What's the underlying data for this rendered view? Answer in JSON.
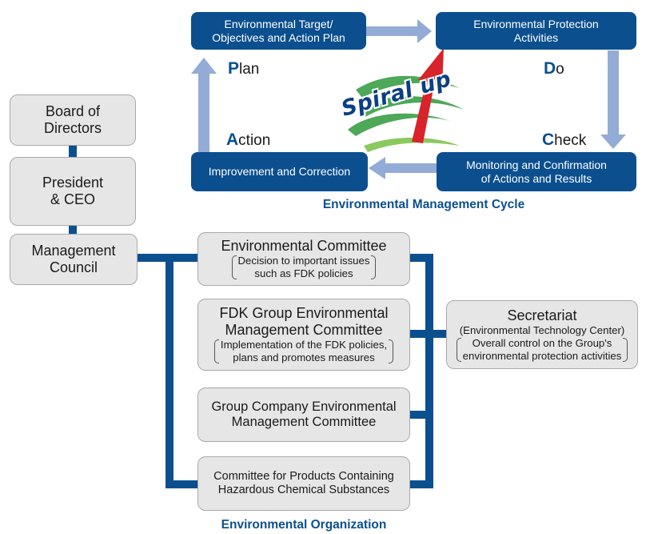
{
  "cycle": {
    "title": "Environmental Management Cycle",
    "plan_box": [
      "Environmental Target/",
      "Objectives and Action Plan"
    ],
    "do_box": [
      "Environmental Protection",
      "Activities"
    ],
    "check_box": [
      "Monitoring and Confirmation",
      "of Actions and Results"
    ],
    "action_box": "Improvement and Correction",
    "phases": {
      "plan": {
        "initial": "P",
        "rest": "lan"
      },
      "do": {
        "initial": "D",
        "rest": "o"
      },
      "check": {
        "initial": "C",
        "rest": "heck"
      },
      "action": {
        "initial": "A",
        "rest": "ction"
      }
    },
    "spiral_label": "Spiral up"
  },
  "hierarchy": {
    "board": [
      "Board of",
      "Directors"
    ],
    "president": [
      "President",
      "& CEO"
    ],
    "council": [
      "Management",
      "Council"
    ]
  },
  "organization": {
    "title": "Environmental Organization",
    "env_committee": {
      "title": "Environmental Committee",
      "note": [
        "Decision to important issues",
        "such as FDK policies"
      ]
    },
    "group_committee": {
      "title": [
        "FDK Group Environmental",
        "Management Committee"
      ],
      "note": [
        "Implementation of the FDK policies,",
        "plans and promotes measures"
      ]
    },
    "company_committee": [
      "Group Company Environmental",
      "Management Committee"
    ],
    "products_committee": [
      "Committee for Products Containing",
      "Hazardous Chemical Substances"
    ],
    "secretariat": {
      "title": "Secretariat",
      "subtitle": "(Environmental Technology Center)",
      "note": [
        "Overall control on the Group's",
        "environmental protection activities"
      ]
    }
  },
  "colors": {
    "navy": "#0b4f8f",
    "arrow": "#93acd6",
    "box_fill": "#e6e6e6"
  }
}
